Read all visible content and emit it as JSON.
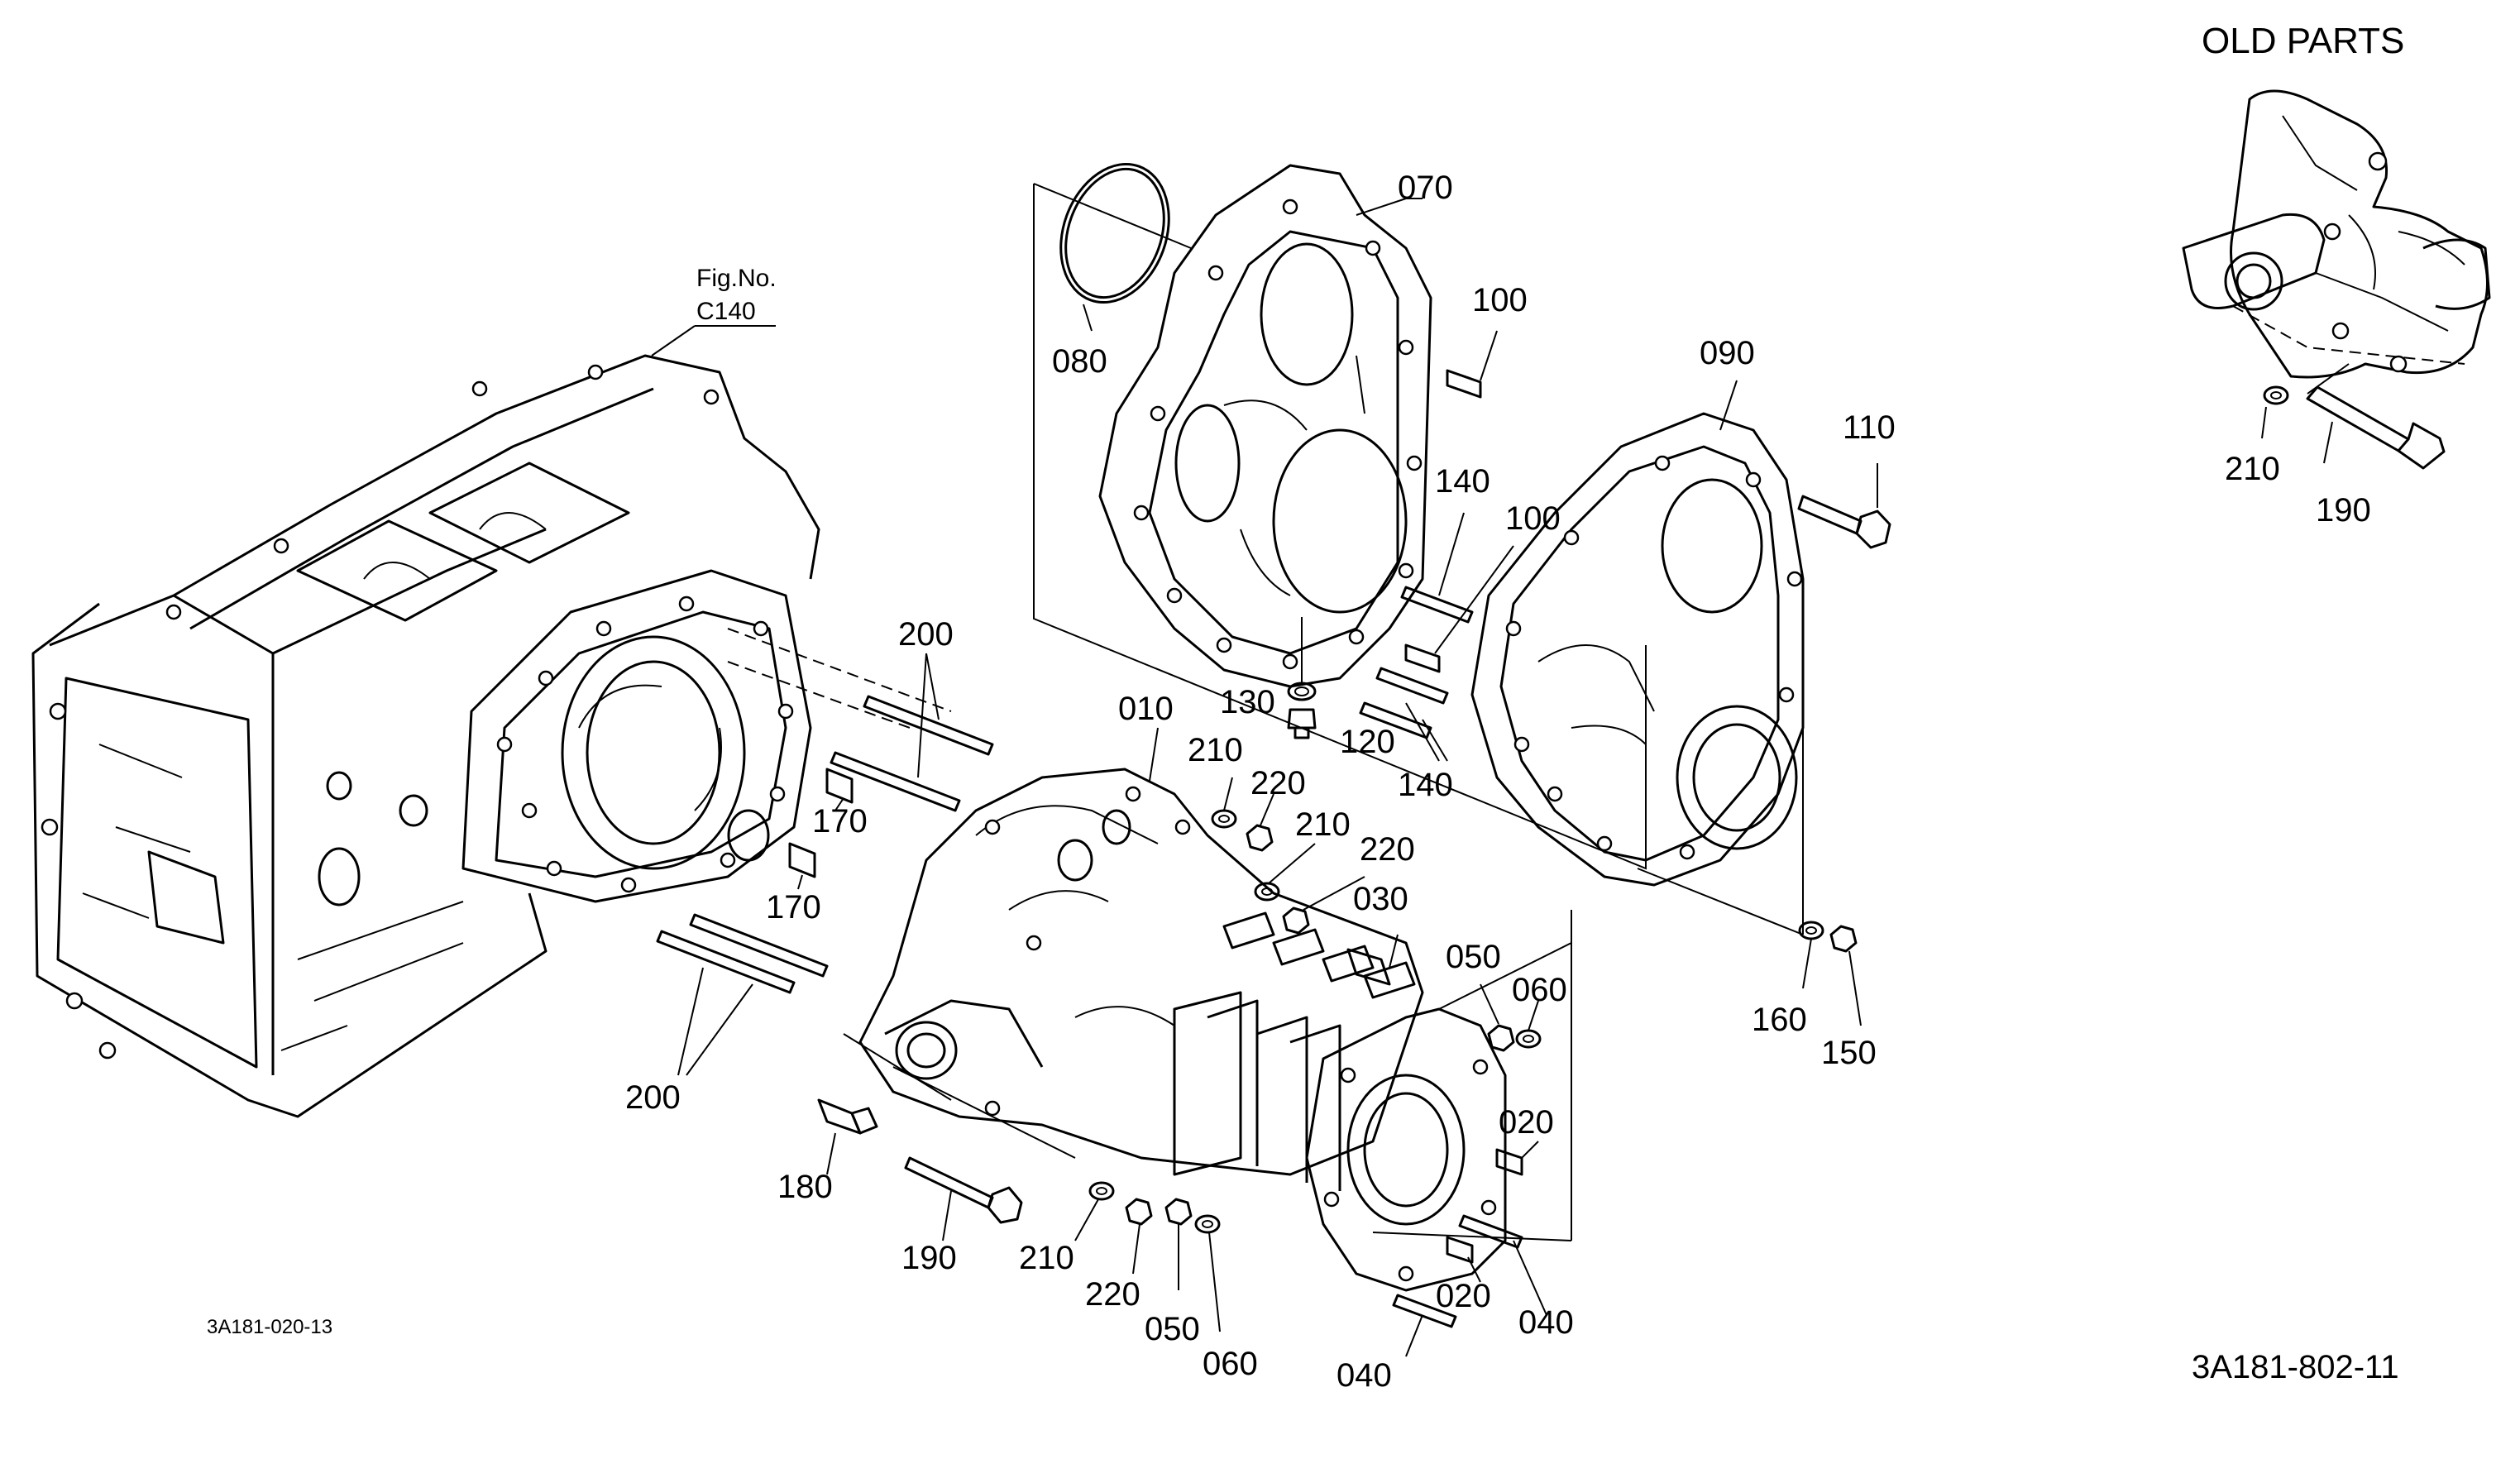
{
  "header": {
    "old_parts_title": "OLD PARTS"
  },
  "figure_ref": {
    "label": "Fig.No.",
    "number": "C140"
  },
  "drawing_codes": {
    "left": "3A181-020-13",
    "right": "3A181-802-11"
  },
  "callouts": {
    "c010": "010",
    "c020_a": "020",
    "c020_b": "020",
    "c030": "030",
    "c040_a": "040",
    "c040_b": "040",
    "c050_a": "050",
    "c050_b": "050",
    "c060_a": "060",
    "c060_b": "060",
    "c070": "070",
    "c080": "080",
    "c090": "090",
    "c100_a": "100",
    "c100_b": "100",
    "c110": "110",
    "c120": "120",
    "c130": "130",
    "c140_a": "140",
    "c140_b": "140",
    "c150": "150",
    "c160": "160",
    "c170_a": "170",
    "c170_b": "170",
    "c180": "180",
    "c190_a": "190",
    "c190_b": "190",
    "c200_a": "200",
    "c200_b": "200",
    "c210_a": "210",
    "c210_b": "210",
    "c210_c": "210",
    "c210_d": "210",
    "c220_a": "220",
    "c220_b": "220",
    "c220_c": "220"
  }
}
